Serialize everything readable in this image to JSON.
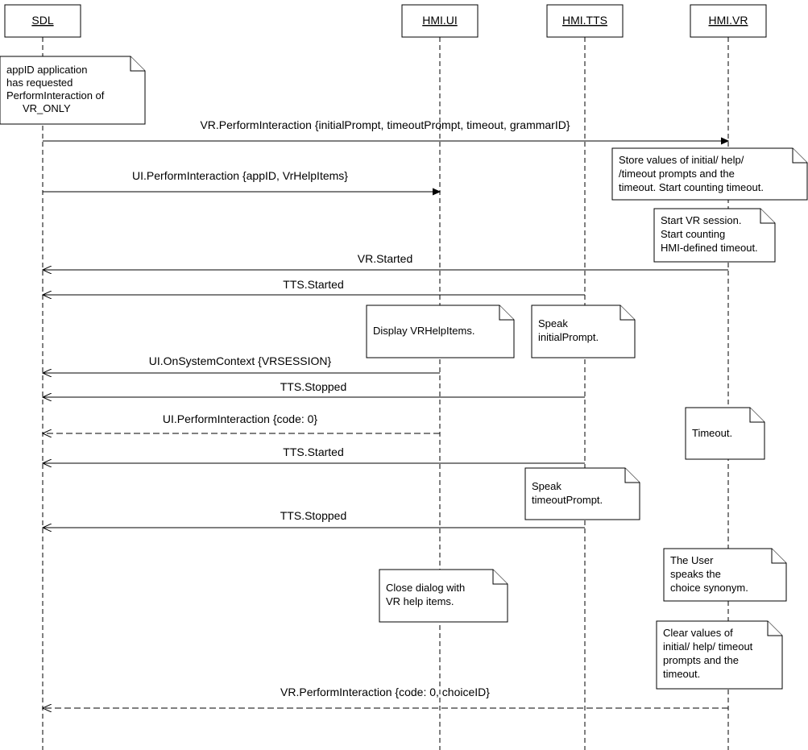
{
  "participants": [
    {
      "id": "sdl",
      "label": "SDL"
    },
    {
      "id": "ui",
      "label": "HMI.UI"
    },
    {
      "id": "tts",
      "label": "HMI.TTS"
    },
    {
      "id": "vr",
      "label": "HMI.VR"
    }
  ],
  "messages": [
    {
      "label": "VR.PerformInteraction {initialPrompt, timeoutPrompt, timeout, grammarID}",
      "from": "sdl",
      "to": "vr",
      "style": "solid"
    },
    {
      "label": "UI.PerformInteraction {appID, VrHelpItems}",
      "from": "sdl",
      "to": "ui",
      "style": "solid"
    },
    {
      "label": "VR.Started",
      "from": "vr",
      "to": "sdl",
      "style": "solid"
    },
    {
      "label": "TTS.Started",
      "from": "tts",
      "to": "sdl",
      "style": "solid"
    },
    {
      "label": "UI.OnSystemContext {VRSESSION}",
      "from": "ui",
      "to": "sdl",
      "style": "solid"
    },
    {
      "label": "TTS.Stopped",
      "from": "tts",
      "to": "sdl",
      "style": "solid"
    },
    {
      "label": "UI.PerformInteraction {code: 0}",
      "from": "ui",
      "to": "sdl",
      "style": "dashed"
    },
    {
      "label": "TTS.Started",
      "from": "tts",
      "to": "sdl",
      "style": "solid"
    },
    {
      "label": "TTS.Stopped",
      "from": "tts",
      "to": "sdl",
      "style": "solid"
    },
    {
      "label": "VR.PerformInteraction {code: 0, choiceID}",
      "from": "vr",
      "to": "sdl",
      "style": "dashed"
    }
  ],
  "notes": [
    {
      "lines": [
        "appID application",
        "has requested",
        "PerformInteraction of",
        "VR_ONLY"
      ]
    },
    {
      "lines": [
        "Store values of initial/ help/",
        "/timeout prompts and the",
        "timeout. Start counting timeout."
      ]
    },
    {
      "lines": [
        "Start VR session.",
        "Start counting",
        "HMI-defined timeout."
      ]
    },
    {
      "lines": [
        "Display VRHelpItems."
      ]
    },
    {
      "lines": [
        "Speak",
        "initialPrompt."
      ]
    },
    {
      "lines": [
        "Timeout."
      ]
    },
    {
      "lines": [
        "Speak",
        "timeoutPrompt."
      ]
    },
    {
      "lines": [
        "The User",
        "speaks the",
        "choice synonym."
      ]
    },
    {
      "lines": [
        "Close dialog with",
        "VR help items."
      ]
    },
    {
      "lines": [
        "Clear values of",
        "initial/ help/ timeout",
        "prompts and the",
        "timeout."
      ]
    }
  ]
}
